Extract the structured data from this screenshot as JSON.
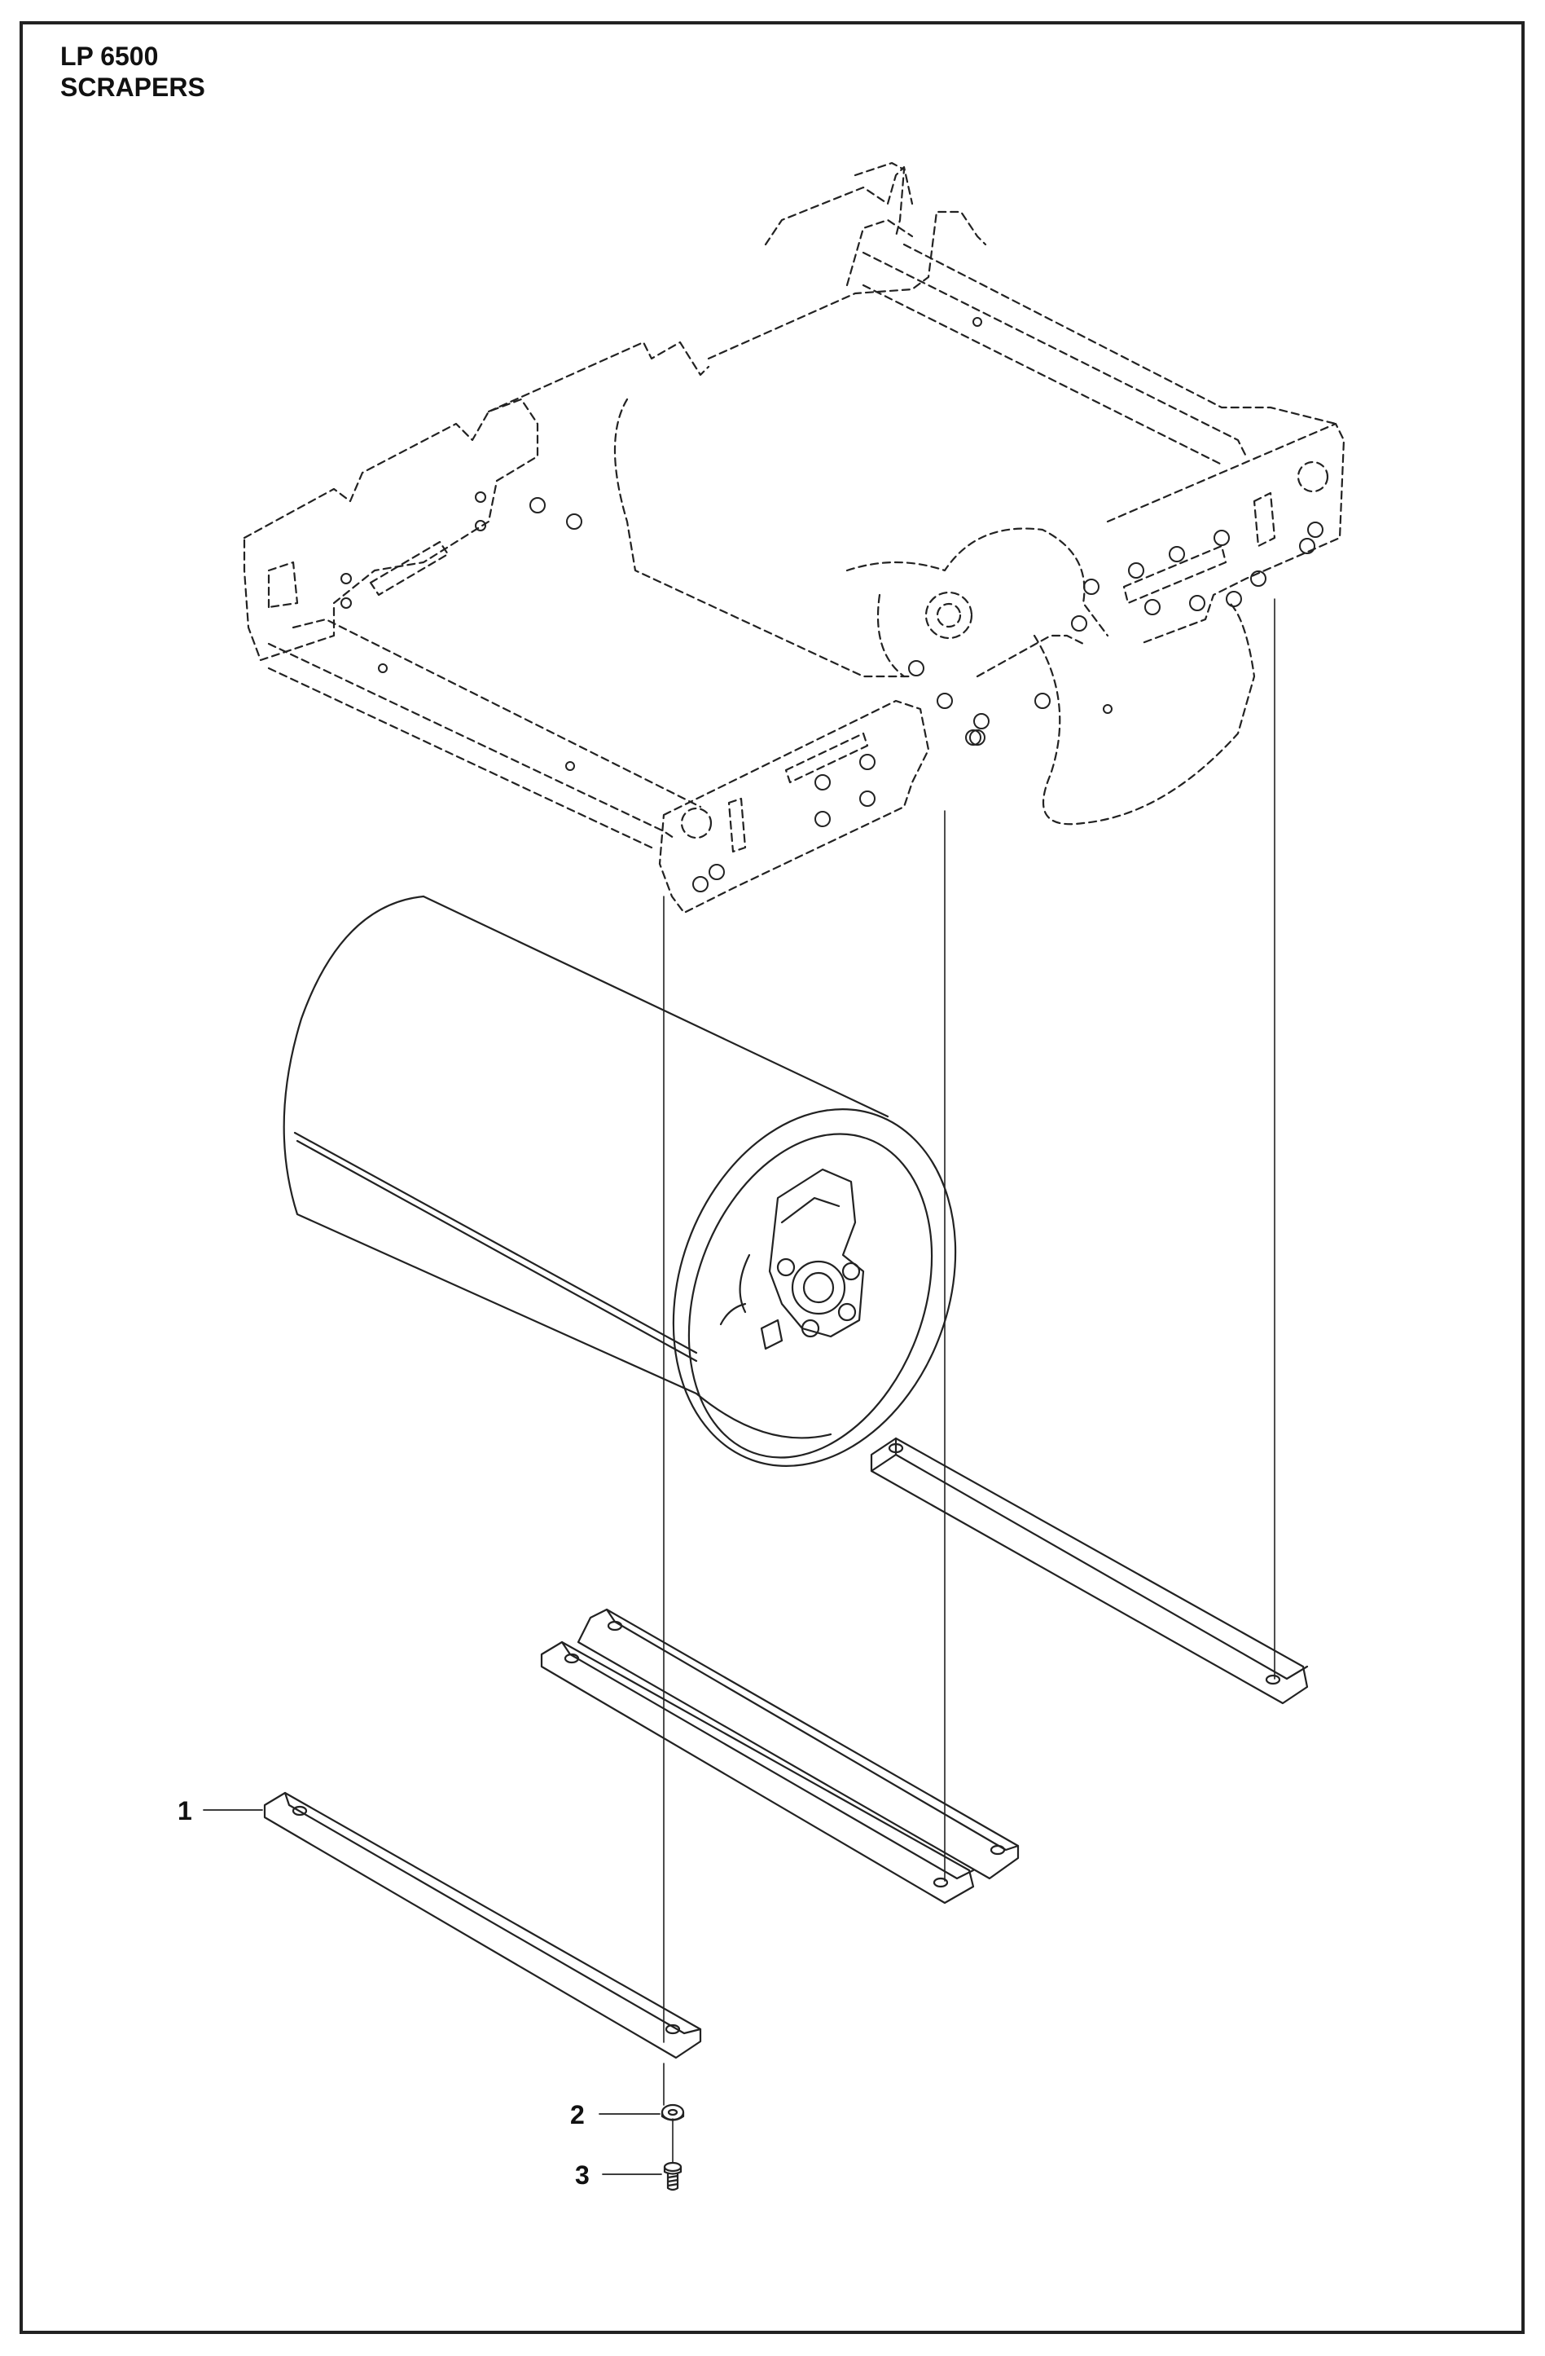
{
  "title": {
    "model": "LP 6500",
    "section": "SCRAPERS"
  },
  "callouts": [
    {
      "label": "1"
    },
    {
      "label": "2"
    },
    {
      "label": "3"
    }
  ],
  "colors": {
    "line": "#222222",
    "frame": "#222222",
    "background": "#ffffff"
  }
}
